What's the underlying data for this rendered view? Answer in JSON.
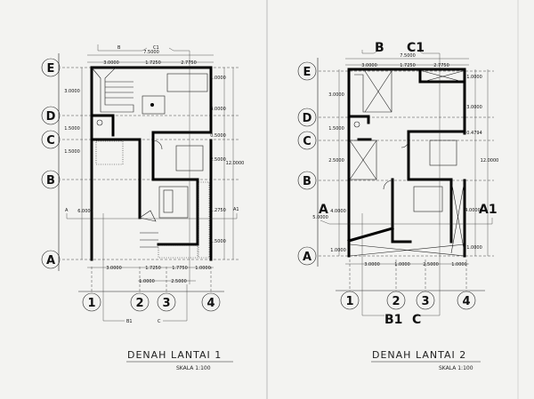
{
  "plan1": {
    "title": "DENAH LANTAI 1",
    "scale": "SKALA 1:100",
    "rows": [
      "E",
      "D",
      "C",
      "B",
      "A"
    ],
    "cols": [
      "1",
      "2",
      "3",
      "4"
    ],
    "sections": {
      "top_b": "B",
      "top_c1": "C1",
      "bot_b1": "B1",
      "bot_c": "C",
      "left_a": "A",
      "right_a1": "A1"
    },
    "dims_top": {
      "total": "7.5000",
      "d1": "3.0000",
      "d2": "1.7250",
      "d3": "2.7750"
    },
    "dims_left": {
      "d1": "3.0000",
      "d2": "1.5000",
      "d3": "1.5000",
      "d4": "6.0000"
    },
    "dims_right": {
      "d1": "1.0000",
      "d2": "3.0000",
      "d3": "0.5000",
      "d4": "2.5000",
      "d5": "1.2750",
      "d6": "1.5000",
      "total": "12.0000"
    },
    "dims_bottom": {
      "d1": "3.0000",
      "d2": "1.7250",
      "d3": "1.7750",
      "d4": "1.0000",
      "e1": "1.0000",
      "e2": "2.5000"
    }
  },
  "plan2": {
    "title": "DENAH LANTAI 2",
    "scale": "SKALA 1:100",
    "rows": [
      "E",
      "D",
      "C",
      "B",
      "A"
    ],
    "cols": [
      "1",
      "2",
      "3",
      "4"
    ],
    "sections": {
      "top_b": "B",
      "top_c1": "C1",
      "bot_b1": "B1",
      "bot_c": "C",
      "left_a": "A",
      "right_a1": "A1"
    },
    "dims_top": {
      "total": "7.5000",
      "d1": "3.0000",
      "d2": "1.7250",
      "d3": "2.7750"
    },
    "dims_left": {
      "d1": "3.0000",
      "d2": "1.5000",
      "d3": "2.5000",
      "d4": "4.0000",
      "d5": "1.0000",
      "side": "5.0000"
    },
    "dims_right": {
      "d1": "1.0000",
      "d2": "3.0000",
      "d3": "0.4794",
      "d4": "4.0000",
      "d5": "1.0000",
      "total": "12.0000"
    },
    "dims_bottom": {
      "d1": "3.0000",
      "d2": "1.0000",
      "d3": "2.5000",
      "d4": "1.0000"
    }
  },
  "colors": {
    "ink": "#000000",
    "paper": "#f3f3f1"
  }
}
